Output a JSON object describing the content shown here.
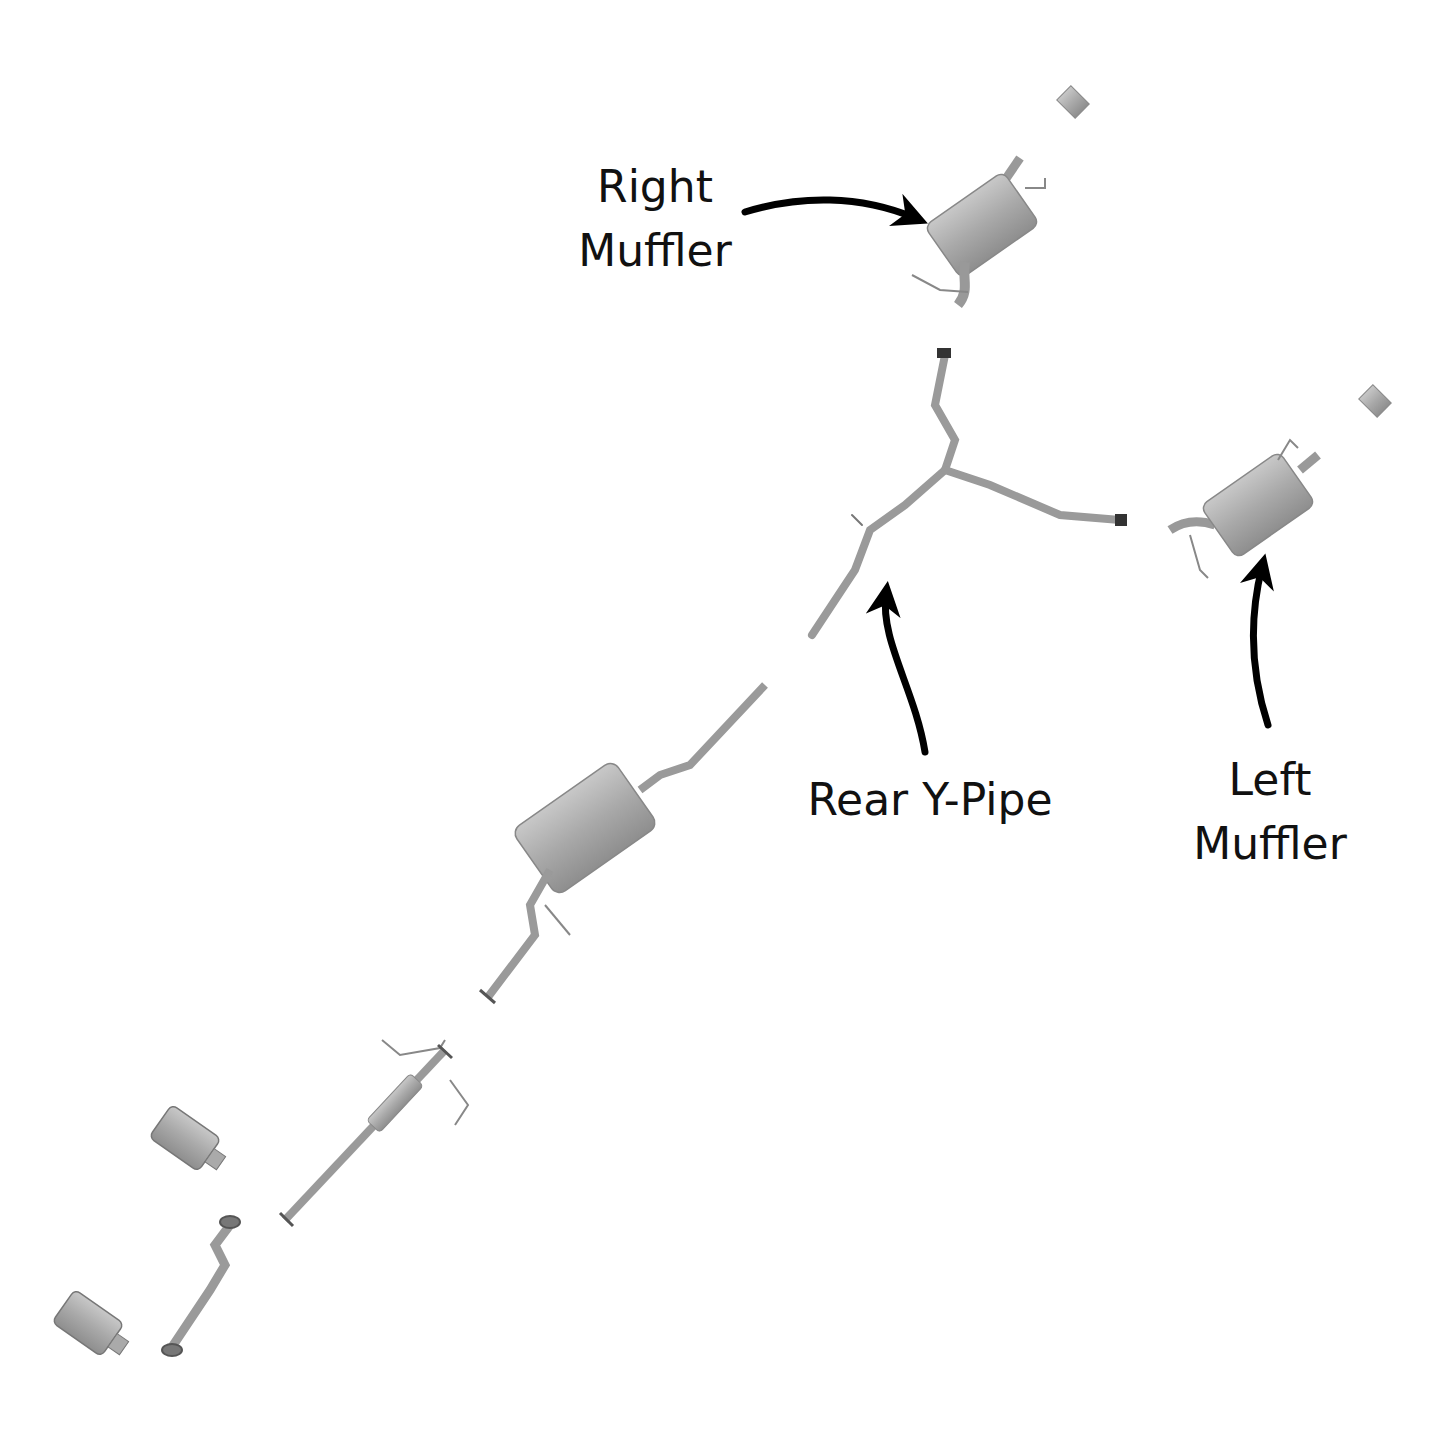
{
  "diagram": {
    "labels": [
      "Right Muffler",
      "Rear Y-Pipe",
      "Left Muffler"
    ]
  }
}
